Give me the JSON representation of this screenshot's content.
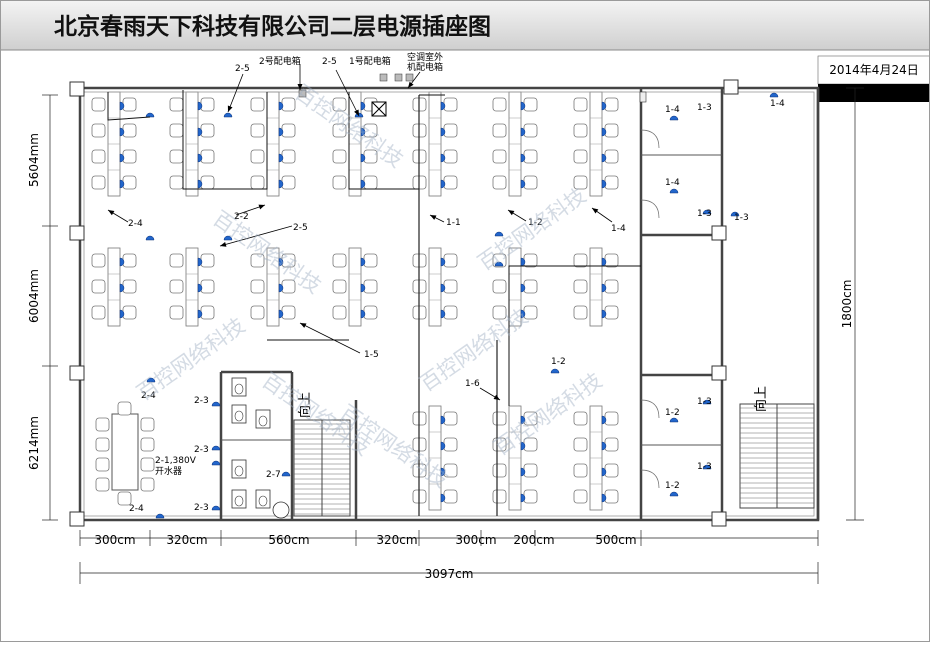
{
  "title": "北京春雨天下科技有限公司二层电源插座图",
  "date": "2014年4月24日",
  "watermark": "百控网络科技",
  "dims": {
    "top": [
      "300cm",
      "320cm",
      "560cm",
      "320cm",
      "300cm",
      "200cm",
      "500cm"
    ],
    "total": "3097cm",
    "height": "1800cm",
    "left": [
      "5604mm",
      "6004mm",
      "6214mm"
    ]
  },
  "labels": {
    "box2": "2号配电箱",
    "box1": "1号配电箱",
    "ac1": "空调室外",
    "ac2": "机配电箱",
    "c25a": "2-5",
    "c25b": "2-5",
    "c24a": "2-4",
    "c22": "2-2",
    "c25c": "2-5",
    "c11": "1-1",
    "c12a": "1-2",
    "c14a": "1-4",
    "c15": "1-5",
    "c16": "1-6",
    "c12b": "1-2",
    "c24b": "2-4",
    "c23a": "2-3",
    "c23b": "2-3",
    "c23c": "2-3",
    "c21": "2-1,380V",
    "c21b": "开水器",
    "c24c": "2-4",
    "c27": "2-7",
    "r14a": "1-4",
    "r13a": "1-3",
    "r14b": "1-4",
    "r14c": "1-4",
    "r13b": "1-3",
    "r13c": "1-3",
    "r13d": "1-3",
    "r12a": "1-2",
    "r13e": "1-3",
    "r12b": "1-2",
    "stair": "向上",
    "stair2": "向上"
  }
}
